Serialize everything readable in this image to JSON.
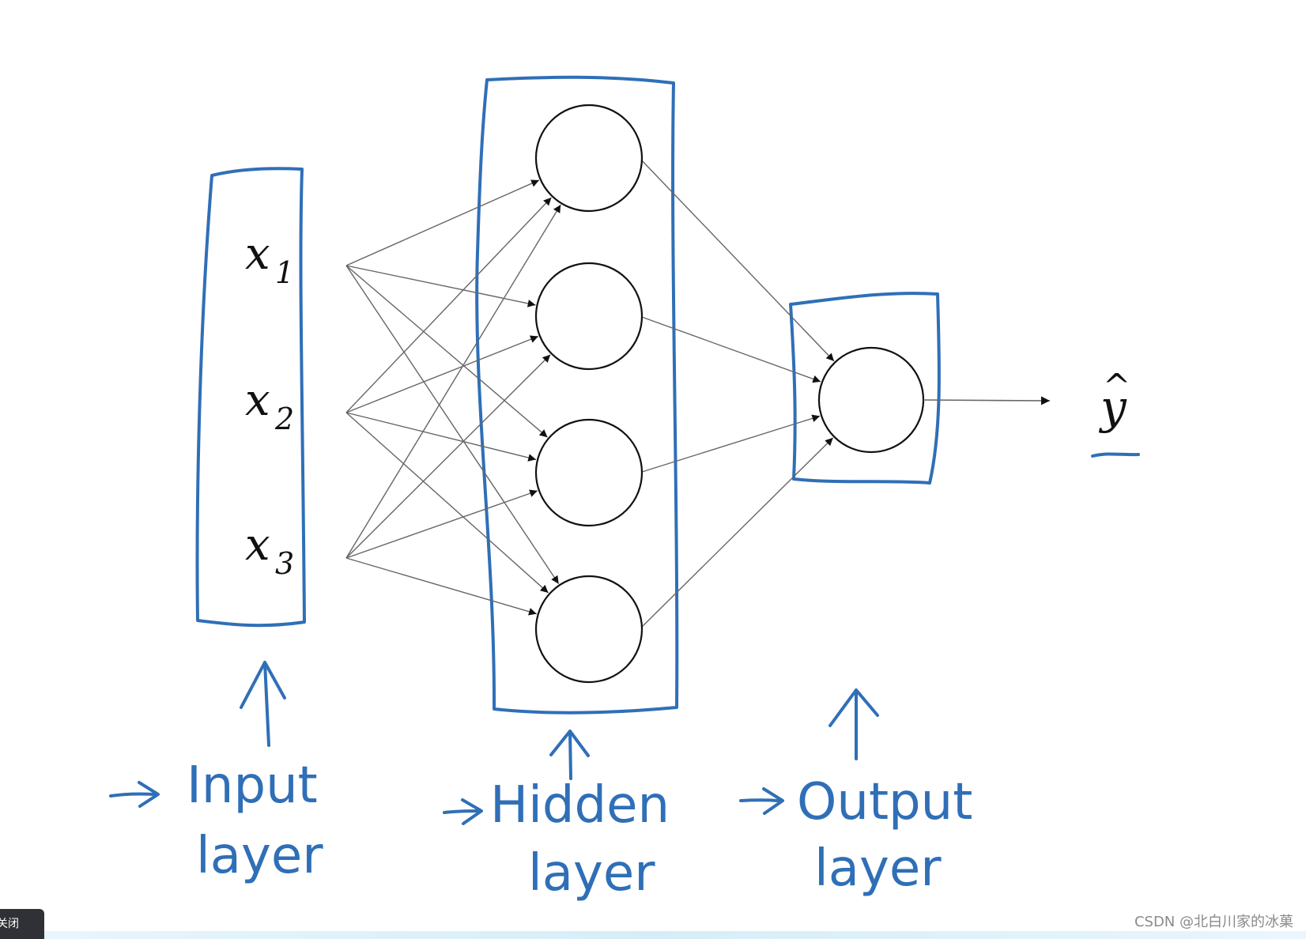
{
  "diagram": {
    "inputs": {
      "variable": "x",
      "subscripts": [
        "1",
        "2",
        "3"
      ]
    },
    "output": {
      "base": "y",
      "hat": "^"
    },
    "layer_labels": {
      "input": [
        "Input",
        "layer"
      ],
      "hidden": [
        "Hidden",
        "layer"
      ],
      "output": [
        "Output",
        "layer"
      ]
    },
    "annotation_color": "#2f6fb7",
    "edge_color": "#666666"
  },
  "overlay": {
    "close_label": "关闭",
    "watermark": "CSDN @北白川家的冰菓"
  }
}
